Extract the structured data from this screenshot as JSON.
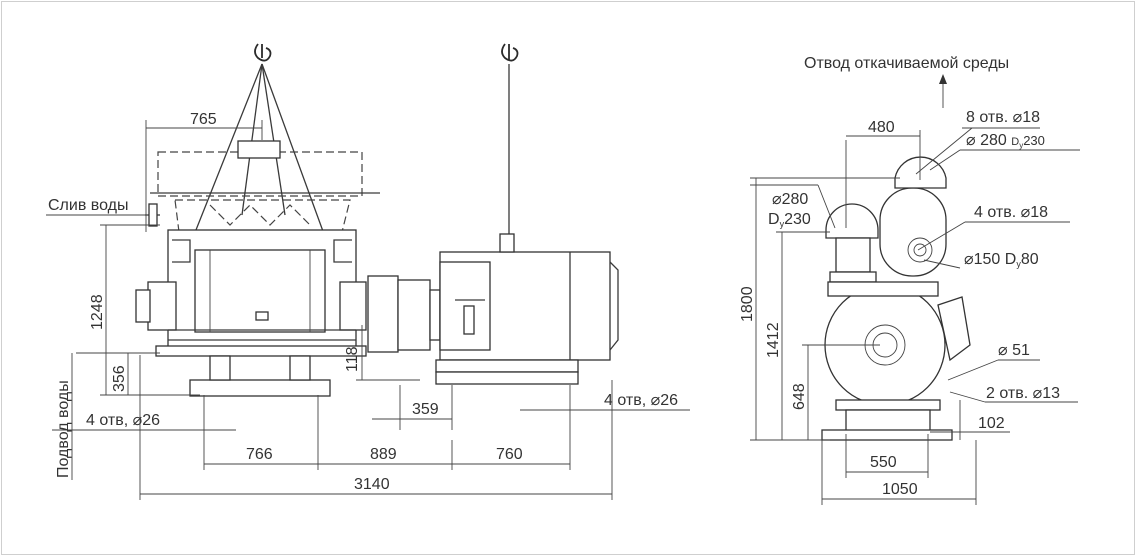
{
  "labels": {
    "sliv": "Слив воды",
    "podvod": "Подвод воды",
    "otvod": "Отвод откачиваемой среды",
    "holes_left": "4 отв, ⌀26",
    "holes_right": "4 отв, ⌀26",
    "flange_top_holes": "8 отв. ⌀18",
    "flange_top_dia": "⌀ 280",
    "flange_top_dn": "D",
    "flange_top_dn_sub": "y",
    "flange_top_dn_val": "230",
    "flange_left_dia": "⌀280",
    "flange_left_dn": "D",
    "flange_left_dn_sub": "y",
    "flange_left_dn_val": "230",
    "holes_mid": "4 отв. ⌀18",
    "flange_mid": "⌀150 D",
    "flange_mid_sub": "y",
    "flange_mid_val": "80",
    "d51": "⌀ 51",
    "holes_13": "2 отв. ⌀13"
  },
  "dimensions": {
    "d765": "765",
    "d1248": "1248",
    "d356": "356",
    "d118": "118",
    "d359": "359",
    "d766": "766",
    "d889": "889",
    "d760": "760",
    "d3140": "3140",
    "d480": "480",
    "d1800": "1800",
    "d1412": "1412",
    "d648": "648",
    "d102": "102",
    "d550": "550",
    "d1050": "1050"
  }
}
